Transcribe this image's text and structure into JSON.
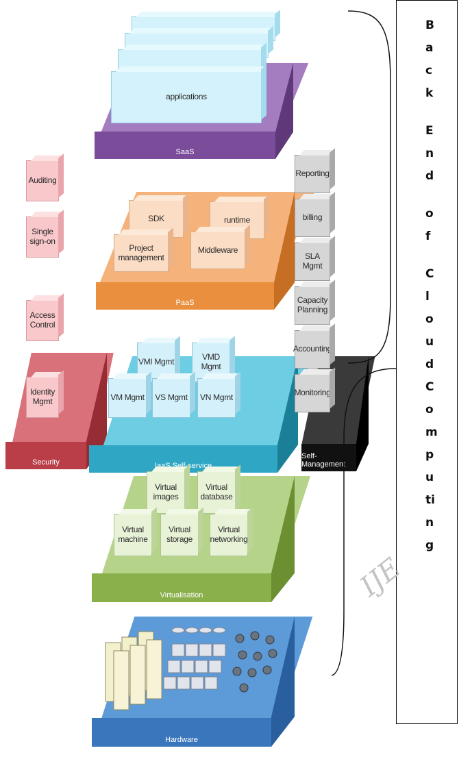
{
  "layers": {
    "saas": {
      "label": "SaaS",
      "color": "#8b5fa8"
    },
    "paas": {
      "label": "PaaS",
      "color": "#f0a35f"
    },
    "iaas": {
      "label": "IaaS Self-service",
      "color": "#4bbcd6"
    },
    "virtualisation": {
      "label": "Virtualisation",
      "color": "#9cc25c"
    },
    "hardware": {
      "label": "Hardware",
      "color": "#4a86c8"
    },
    "security": {
      "label": "Security",
      "color": "#c9545c"
    },
    "self_management": {
      "label": "Self-Management",
      "color": "#1e1e1e"
    }
  },
  "saas_blocks": {
    "applications": "applications"
  },
  "paas_blocks": {
    "sdk": "SDK",
    "runtime": "runtime",
    "project_management": "Project management",
    "middleware": "Middleware"
  },
  "iaas_blocks": {
    "vmi": "VMI Mgmt",
    "vmd": "VMD Mgmt",
    "vm": "VM Mgmt",
    "vs": "VS Mgmt",
    "vn": "VN Mgmt"
  },
  "virtualisation_blocks": {
    "images": "Virtual images",
    "database": "Virtual database",
    "machine": "Virtual machine",
    "storage": "Virtual storage",
    "networking": "Virtual networking"
  },
  "security_blocks": {
    "auditing": "Auditing",
    "sso": "Single sign-on",
    "access": "Access Control",
    "identity": "Identity Mgmt"
  },
  "management_blocks": {
    "reporting": "Reporting",
    "billing": "billing",
    "sla": "SLA Mgmt",
    "capacity": "Capacity Planning",
    "accounting": "Accounting",
    "monitoring": "Monitoring"
  },
  "side_label_letters": [
    "B",
    "a",
    "c",
    "k",
    "E",
    "n",
    "d",
    "o",
    "f",
    "C",
    "l",
    "o",
    "u",
    "d",
    "C",
    "o",
    "m",
    "p",
    "u",
    "ti",
    "n",
    "g"
  ],
  "watermark": "IJE"
}
